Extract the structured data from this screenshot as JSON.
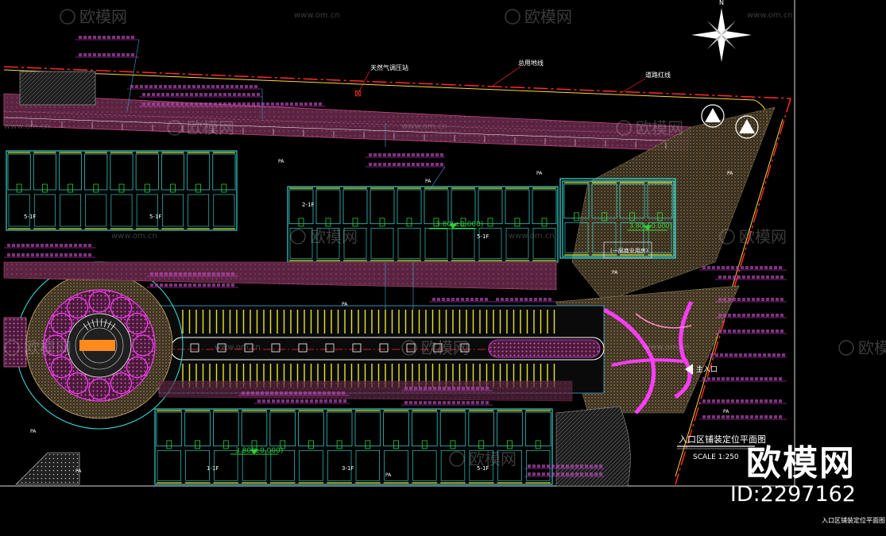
{
  "watermark": {
    "brand": "欧模网",
    "site": "www.om.cn",
    "id": "ID:2297162"
  },
  "drawing": {
    "title": "入口区铺装定位平面图",
    "scale": "SCALE 1:250",
    "sheet_title": "入口区铺装定位平面图",
    "north": "N",
    "entrance": "主入口",
    "level_a": "3.80(±0.000)",
    "level_b": "3.80(±0.000)",
    "level_c": "3.80(±0.000)",
    "clubhouse_note": "(一层商业用房)",
    "labels": {
      "gas": "天然气调压站",
      "landline": "总用地线",
      "redline": "道路红线"
    },
    "block_tags": [
      "5-1F",
      "5-1F",
      "2-1F",
      "5-1F",
      "1-1F",
      "3-1F",
      "5-1F"
    ],
    "pa": "PA"
  },
  "colors": {
    "background": "#000000",
    "paving": "#6a2845",
    "building": "#39e6e0",
    "wall": "#e6e62a",
    "road": "#3fa6d8",
    "redline": "#ff2a2a",
    "green": "#2fd12f",
    "magenta": "#ff3cff",
    "orange": "#ff8a1e"
  }
}
